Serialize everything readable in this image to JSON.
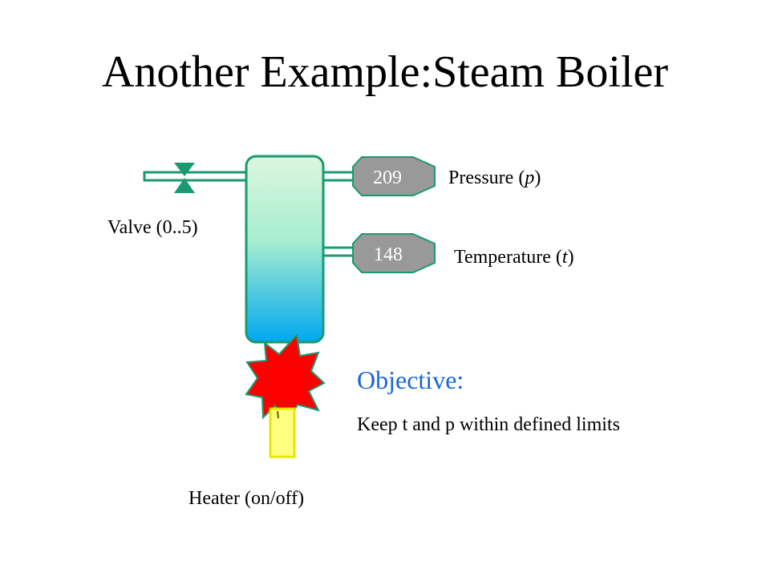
{
  "title": "Another Example:Steam Boiler",
  "gauges": {
    "pressure": {
      "value": "209",
      "label": "Pressure",
      "var": "p"
    },
    "temperature": {
      "value": "148",
      "label": "Temperature",
      "var": "t"
    }
  },
  "valve": {
    "label": "Valve (0..5)"
  },
  "heater": {
    "label": "Heater (on/off)"
  },
  "objective": {
    "heading": "Objective:",
    "text": "Keep t and p within defined limits"
  },
  "colors": {
    "pipe_outline": "#1a9a70",
    "gauge_fill": "#999999",
    "boiler_top": "#d8f5dc",
    "boiler_bottom": "#00a8f0",
    "flame": "#ff0000",
    "heater": "#ffff80",
    "objective": "#1a66d6"
  }
}
